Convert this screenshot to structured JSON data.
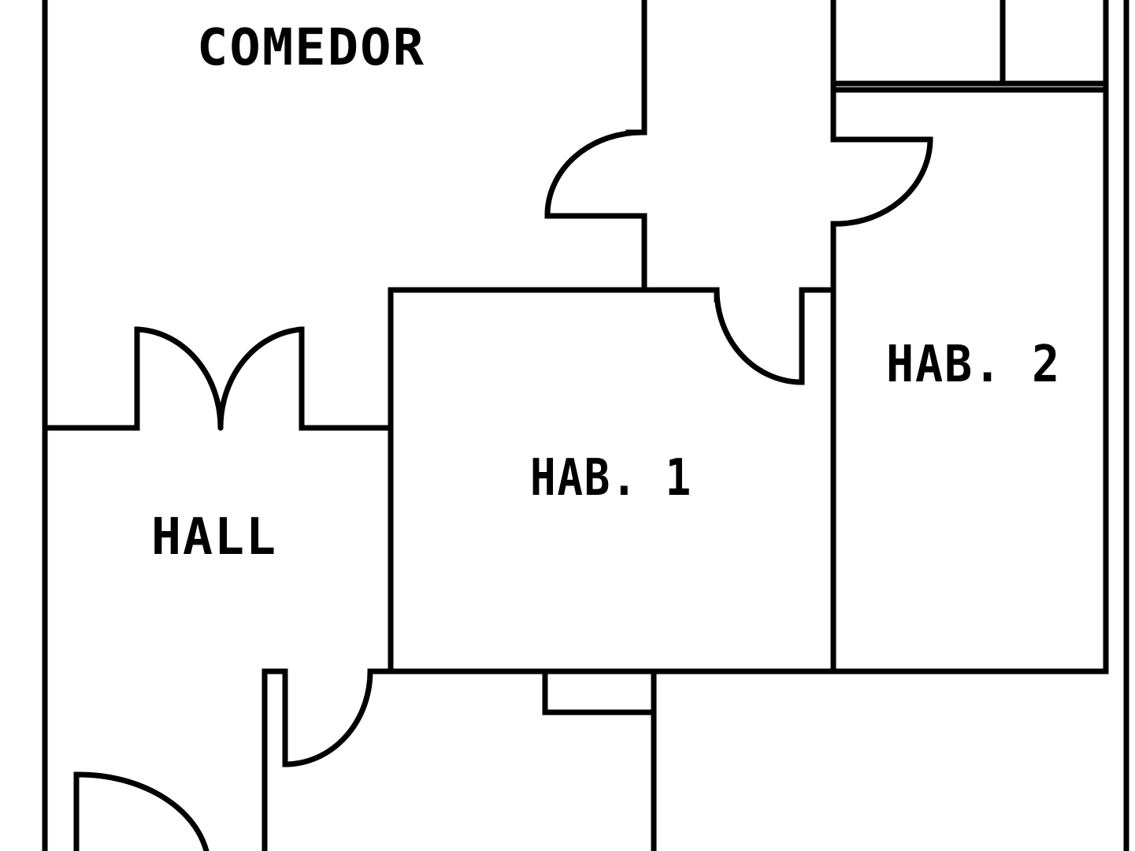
{
  "floor_plan": {
    "rooms": {
      "comedor": "COMEDOR",
      "hall": "HALL",
      "hab1": "HAB. 1",
      "hab2": "HAB. 2"
    },
    "colors": {
      "line": "#000000",
      "background": "#ffffff"
    }
  }
}
